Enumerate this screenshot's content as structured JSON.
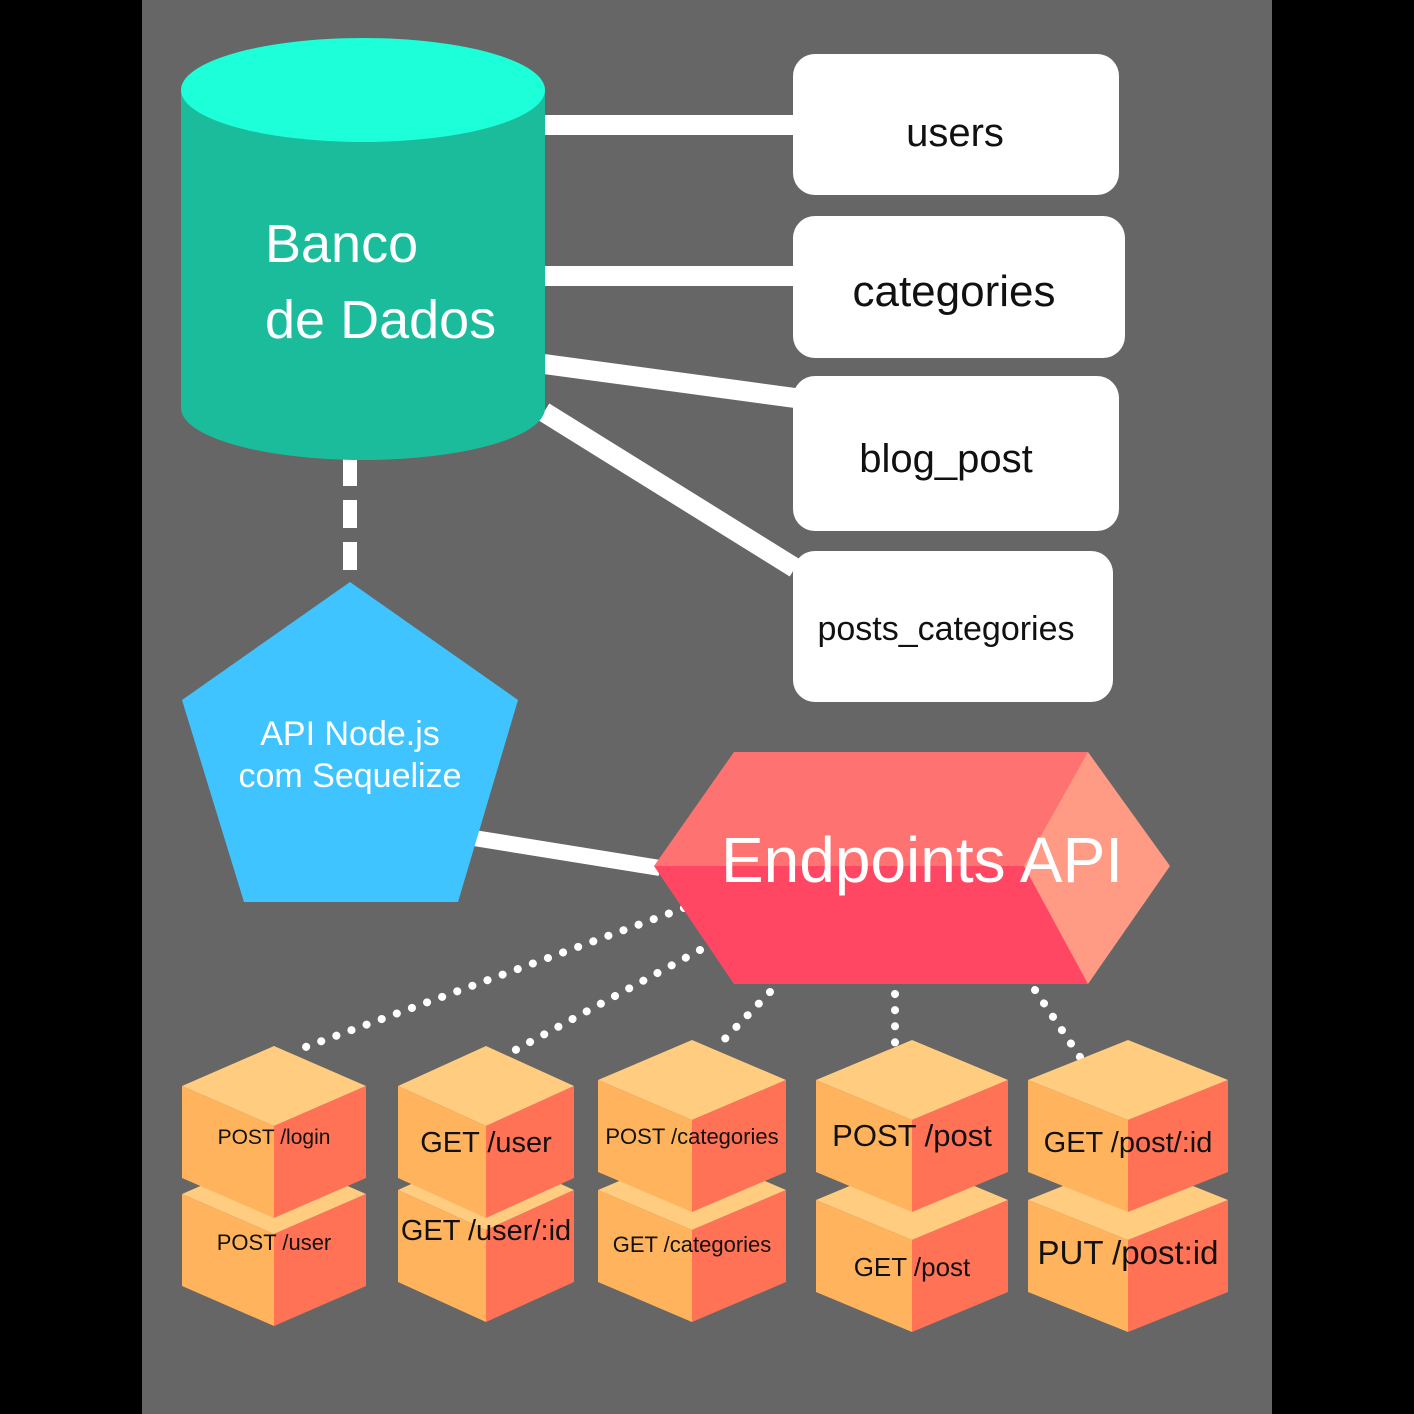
{
  "database": {
    "line1": "Banco",
    "line2": "de Dados",
    "color_top": "#1DFFD9",
    "color_body": "#1BBC9B"
  },
  "tables": [
    {
      "name": "users"
    },
    {
      "name": "categories"
    },
    {
      "name": "blog_post"
    },
    {
      "name": "posts_categories"
    }
  ],
  "api": {
    "line1": "API Node.js",
    "line2": "com Sequelize",
    "color": "#40C4FF"
  },
  "endpoints_hub": {
    "label": "Endpoints API",
    "color_top": "#FF7272",
    "color_bottom": "#FF4763",
    "color_side": "#FF9A85"
  },
  "endpoint_columns": [
    {
      "top": "POST /login",
      "bottom": "POST /user"
    },
    {
      "top": "GET /user",
      "bottom": "GET /user/:id"
    },
    {
      "top": "POST /categories",
      "bottom": "GET /categories"
    },
    {
      "top": "POST /post",
      "bottom": "GET /post"
    },
    {
      "top": "GET /post/:id",
      "bottom": "PUT /post:id"
    }
  ],
  "colors": {
    "background": "#666666",
    "cube_top": "#FFCC80",
    "cube_left": "#FFB35C",
    "cube_right": "#FF7255"
  }
}
